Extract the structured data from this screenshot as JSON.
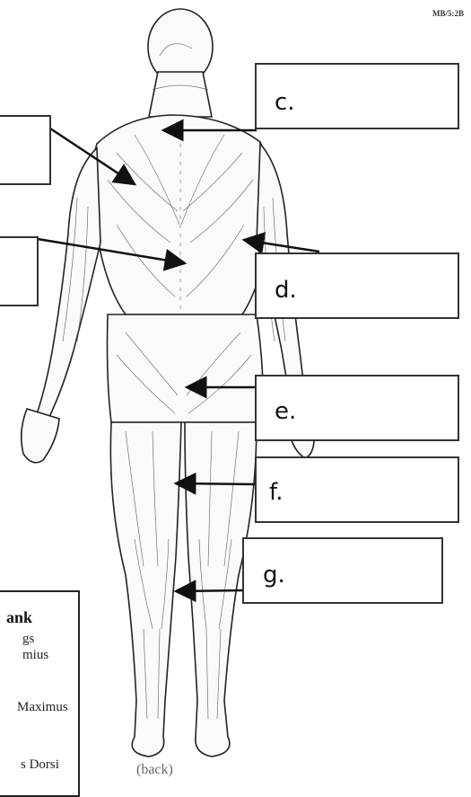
{
  "sheet_code": "MB/5:2B",
  "figure_caption": "(back)",
  "labels": {
    "c": "c.",
    "d": "d.",
    "e": "e.",
    "f": "f.",
    "g": "g."
  },
  "word_bank": {
    "title": "ank",
    "items": [
      "gs",
      "mius",
      "Maximus",
      "s Dorsi"
    ]
  }
}
